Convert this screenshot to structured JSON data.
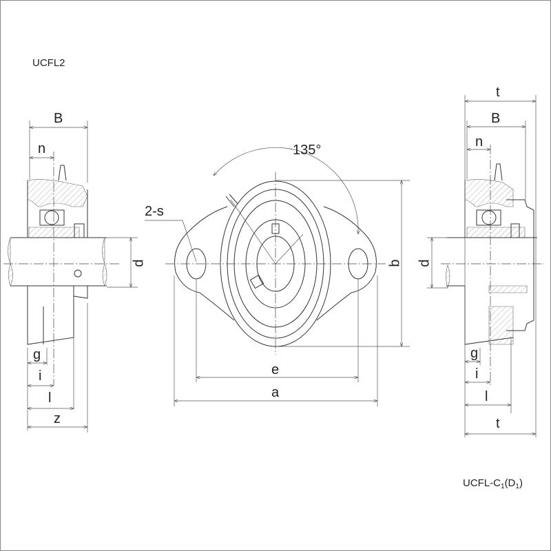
{
  "title_left": "UCFL2",
  "title_right": {
    "main": "UCFL-C",
    "sub1": "1",
    "paren_open": "(D",
    "sub2": "1",
    "paren_close": ")"
  },
  "left_view": {
    "B": "B",
    "n": "n",
    "d": "d",
    "g": "g",
    "i": "i",
    "l": "l",
    "z": "z"
  },
  "front_view": {
    "angle": "135°",
    "holes": "2-s",
    "b": "b",
    "e": "e",
    "a": "a"
  },
  "right_view": {
    "t_top": "t",
    "B": "B",
    "n": "n",
    "d": "d",
    "g": "g",
    "i": "i",
    "l": "l",
    "t_bottom": "t"
  }
}
